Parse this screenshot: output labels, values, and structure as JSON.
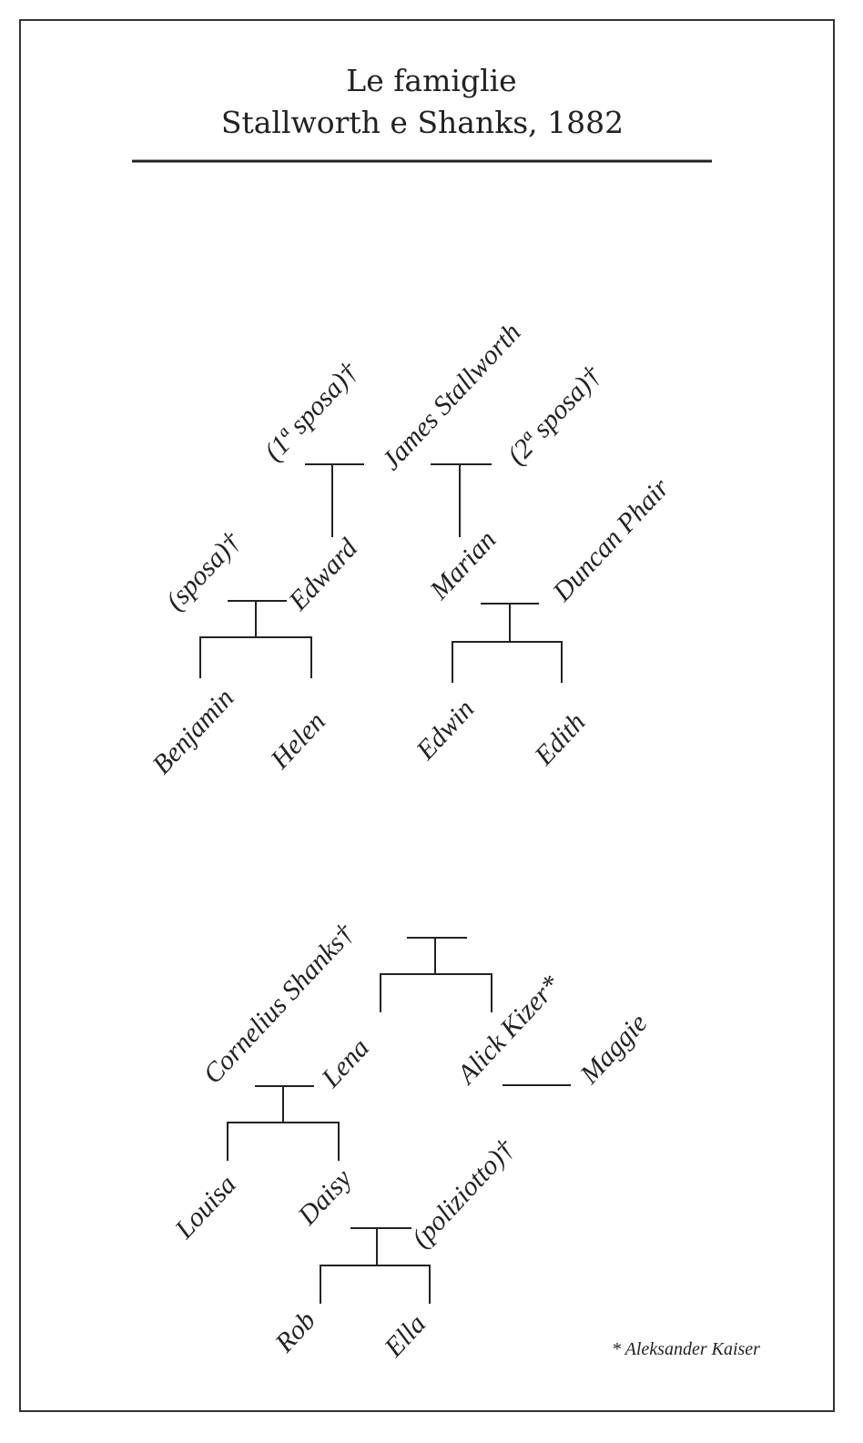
{
  "title": {
    "line1": "Le famiglie",
    "line2": "Stallworth e Shanks, 1882"
  },
  "stallworth": {
    "first_wife": "(1ª sposa)†",
    "james": "James Stallworth",
    "second_wife": "(2ª sposa)†",
    "edward_wife": "(sposa)†",
    "edward": "Edward",
    "marian": "Marian",
    "duncan": "Duncan Phair",
    "benjamin": "Benjamin",
    "helen": "Helen",
    "edwin": "Edwin",
    "edith": "Edith"
  },
  "shanks": {
    "cornelius": "Cornelius Shanks†",
    "lena": "Lena",
    "alick": "Alick Kizer*",
    "maggie": "Maggie",
    "louisa": "Louisa",
    "daisy": "Daisy",
    "policeman": "(poliziotto)†",
    "rob": "Rob",
    "ella": "Ella"
  },
  "footnote": "* Aleksander Kaiser"
}
